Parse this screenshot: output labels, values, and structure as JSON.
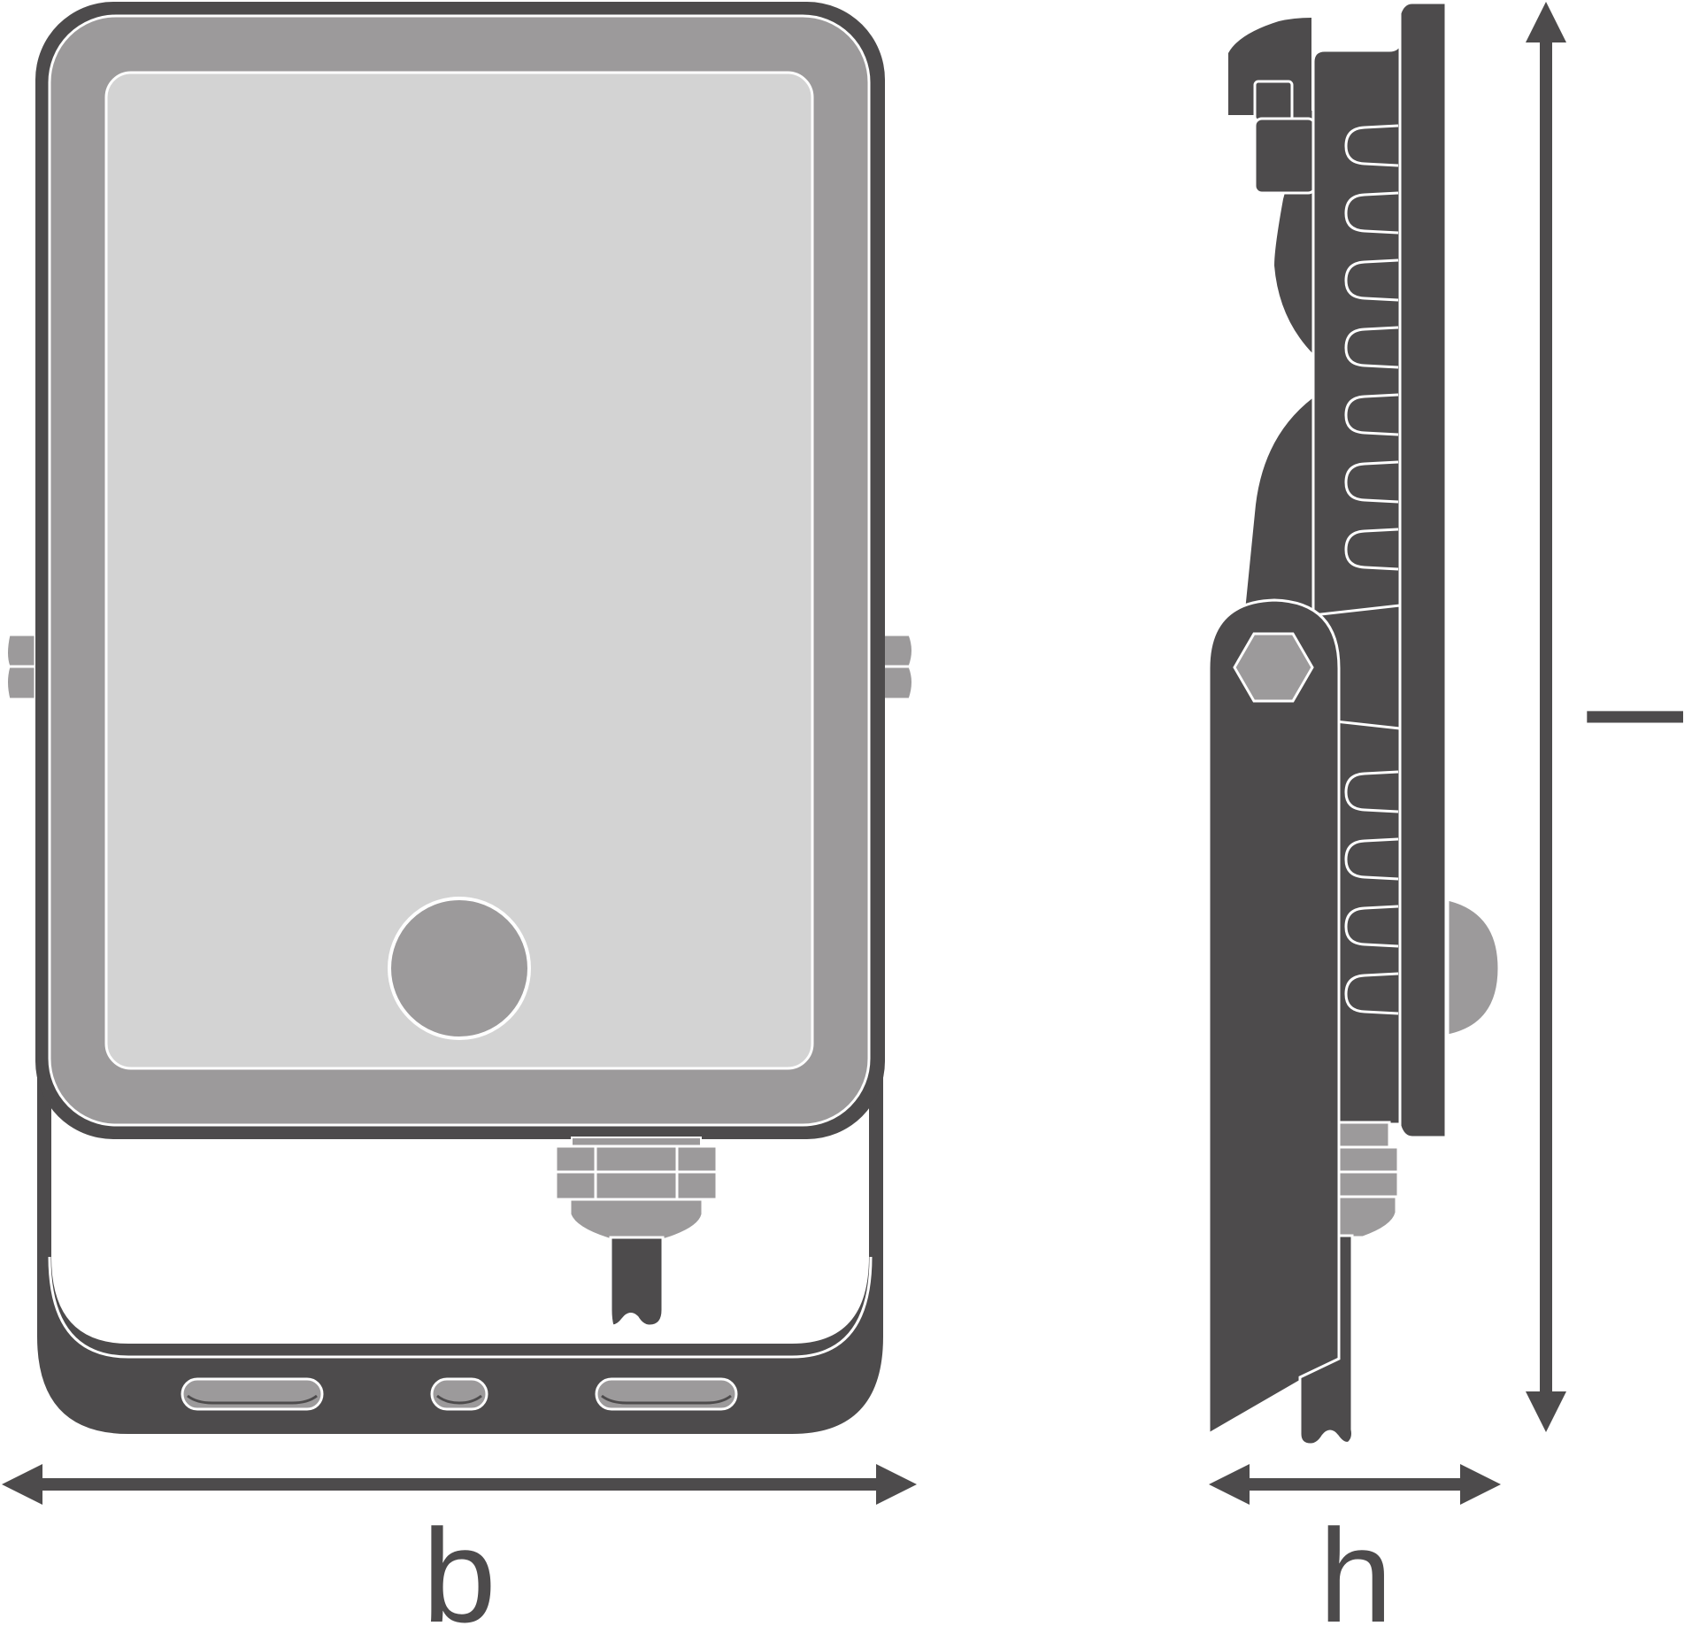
{
  "dimensions": {
    "width_label": "b",
    "depth_label": "h",
    "length_label": "l"
  },
  "colors": {
    "dark": "#4d4b4c",
    "mid": "#9c9a9b",
    "light": "#d3d3d3",
    "outline": "#ffffff"
  }
}
